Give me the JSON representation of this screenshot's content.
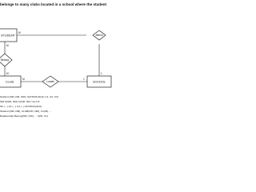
{
  "caption": "belonge to many clubs located in a school where the student",
  "entities": {
    "student": "STUDENT",
    "club": "CLUB",
    "school": "SCHOOL"
  },
  "relationships": {
    "attend": "Attend",
    "belong": "Belong",
    "locate": "Locate"
  },
  "cardinality": {
    "student_attend": "M",
    "attend_school": "1",
    "student_belong": "M",
    "belong_club": "M",
    "club_locate": "M",
    "locate_school": "1"
  },
  "schema_lines": [
    "Student (SID, NM, SSN, SCHOOL(SL#), C1, C2, C3)",
    "SID   S(SID, NM)   C(CID, NM, C1)   C3",
    "SC (...)   C1 (...)   C2 (...)   SCHOOL(SL#)",
    "Student (SID, NM), CLUB(CID, NM), C1(ID), ...",
    "Relationship Belong(SID, CID), ... S(ID, C1)"
  ]
}
